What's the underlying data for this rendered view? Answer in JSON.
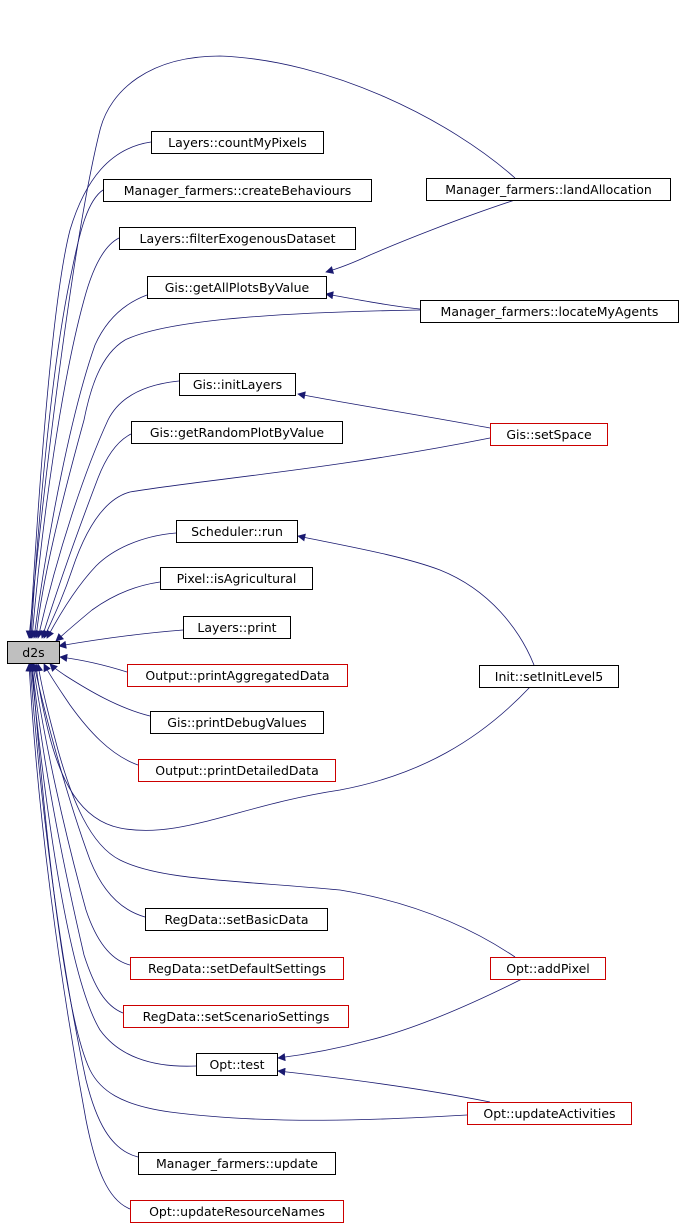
{
  "graph": {
    "root": "d2s",
    "colors": {
      "edge": "#191970",
      "node_border_normal": "#000000",
      "node_border_truncated": "#cc0000",
      "root_fill": "#bfbfbf"
    },
    "nodes": [
      {
        "id": "d2s",
        "label": "d2s",
        "style": "root"
      },
      {
        "id": "n1",
        "label": "Layers::countMyPixels",
        "style": "normal"
      },
      {
        "id": "n2",
        "label": "Manager_farmers::createBehaviours",
        "style": "normal"
      },
      {
        "id": "n3",
        "label": "Layers::filterExogenousDataset",
        "style": "normal"
      },
      {
        "id": "n4",
        "label": "Gis::getAllPlotsByValue",
        "style": "normal"
      },
      {
        "id": "n5",
        "label": "Gis::initLayers",
        "style": "normal"
      },
      {
        "id": "n6",
        "label": "Gis::getRandomPlotByValue",
        "style": "normal"
      },
      {
        "id": "n7",
        "label": "Scheduler::run",
        "style": "normal"
      },
      {
        "id": "n8",
        "label": "Pixel::isAgricultural",
        "style": "normal"
      },
      {
        "id": "n9",
        "label": "Layers::print",
        "style": "normal"
      },
      {
        "id": "n10",
        "label": "Output::printAggregatedData",
        "style": "truncated"
      },
      {
        "id": "n11",
        "label": "Gis::printDebugValues",
        "style": "normal"
      },
      {
        "id": "n12",
        "label": "Output::printDetailedData",
        "style": "truncated"
      },
      {
        "id": "n13",
        "label": "RegData::setBasicData",
        "style": "normal"
      },
      {
        "id": "n14",
        "label": "RegData::setDefaultSettings",
        "style": "truncated"
      },
      {
        "id": "n15",
        "label": "RegData::setScenarioSettings",
        "style": "truncated"
      },
      {
        "id": "n16",
        "label": "Opt::test",
        "style": "normal"
      },
      {
        "id": "n17",
        "label": "Manager_farmers::update",
        "style": "normal"
      },
      {
        "id": "n18",
        "label": "Opt::updateResourceNames",
        "style": "truncated"
      },
      {
        "id": "m1",
        "label": "Manager_farmers::landAllocation",
        "style": "normal"
      },
      {
        "id": "m2",
        "label": "Manager_farmers::locateMyAgents",
        "style": "normal"
      },
      {
        "id": "m3",
        "label": "Gis::setSpace",
        "style": "truncated"
      },
      {
        "id": "m4",
        "label": "Init::setInitLevel5",
        "style": "normal"
      },
      {
        "id": "m5",
        "label": "Opt::addPixel",
        "style": "truncated"
      },
      {
        "id": "m6",
        "label": "Opt::updateActivities",
        "style": "truncated"
      }
    ],
    "edges": [
      {
        "from": "n1",
        "to": "d2s"
      },
      {
        "from": "n2",
        "to": "d2s"
      },
      {
        "from": "n3",
        "to": "d2s"
      },
      {
        "from": "n4",
        "to": "d2s"
      },
      {
        "from": "n5",
        "to": "d2s"
      },
      {
        "from": "n6",
        "to": "d2s"
      },
      {
        "from": "n7",
        "to": "d2s"
      },
      {
        "from": "n8",
        "to": "d2s"
      },
      {
        "from": "n9",
        "to": "d2s"
      },
      {
        "from": "n10",
        "to": "d2s"
      },
      {
        "from": "n11",
        "to": "d2s"
      },
      {
        "from": "n12",
        "to": "d2s"
      },
      {
        "from": "n13",
        "to": "d2s"
      },
      {
        "from": "n14",
        "to": "d2s"
      },
      {
        "from": "n15",
        "to": "d2s"
      },
      {
        "from": "n16",
        "to": "d2s"
      },
      {
        "from": "n17",
        "to": "d2s"
      },
      {
        "from": "n18",
        "to": "d2s"
      },
      {
        "from": "m1",
        "to": "d2s"
      },
      {
        "from": "m2",
        "to": "d2s"
      },
      {
        "from": "m3",
        "to": "d2s"
      },
      {
        "from": "m4",
        "to": "d2s"
      },
      {
        "from": "m5",
        "to": "d2s"
      },
      {
        "from": "m6",
        "to": "d2s"
      },
      {
        "from": "m1",
        "to": "n4"
      },
      {
        "from": "m2",
        "to": "n4"
      },
      {
        "from": "m3",
        "to": "n5"
      },
      {
        "from": "m4",
        "to": "n7"
      },
      {
        "from": "m5",
        "to": "n16"
      },
      {
        "from": "m6",
        "to": "n16"
      }
    ]
  }
}
